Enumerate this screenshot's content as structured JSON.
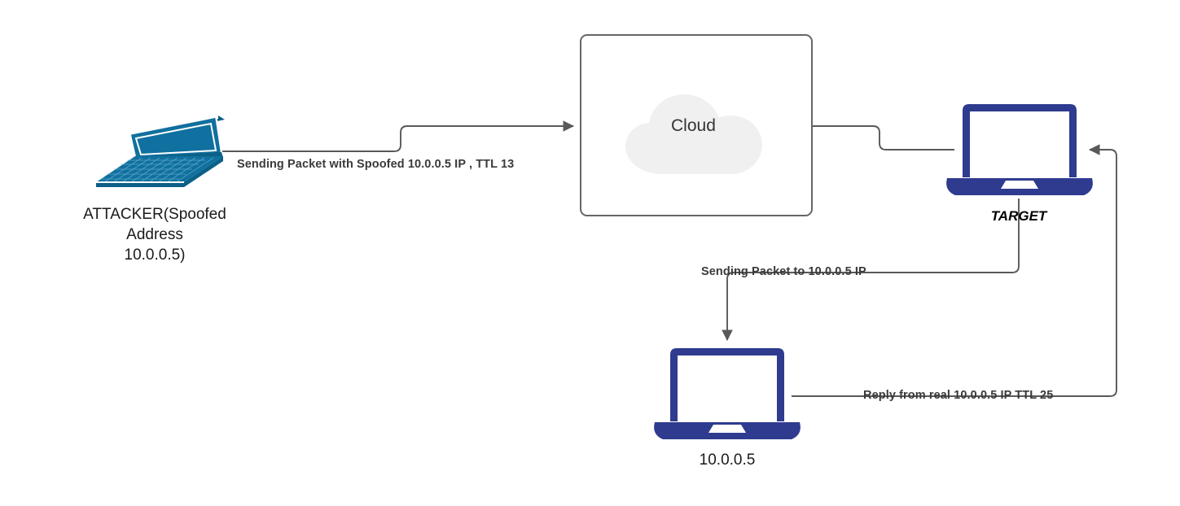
{
  "diagram": {
    "title": "IP Spoofing / TTL reflection network diagram",
    "background": "#ffffff",
    "colors": {
      "attacker_teal": "#10709f",
      "device_navy": "#2e3b8f",
      "wire_gray": "#595959",
      "box_border": "#666666",
      "cloud_fill": "#f0f0f0",
      "label_text": "#3a3a3a"
    }
  },
  "nodes": {
    "attacker": {
      "label": "ATTACKER(Spoofed\nAddress\n10.0.0.5)",
      "icon": "laptop-isometric-icon"
    },
    "cloud": {
      "label": "Cloud",
      "icon": "cloud-icon"
    },
    "target": {
      "label": "TARGET",
      "icon": "laptop-front-icon"
    },
    "victim": {
      "label": "10.0.0.5",
      "icon": "laptop-front-icon"
    }
  },
  "edges": [
    {
      "id": "attacker-to-cloud",
      "label": "Sending Packet with Spoofed 10.0.0.5 IP , TTL 13",
      "from": "attacker",
      "to": "cloud",
      "arrow": "end"
    },
    {
      "id": "cloud-to-target",
      "label": "",
      "from": "cloud",
      "to": "target",
      "arrow": "none"
    },
    {
      "id": "target-to-victim",
      "label": "Sending Packet to 10.0.0.5 IP",
      "from": "target",
      "to": "victim",
      "arrow": "end"
    },
    {
      "id": "victim-to-target",
      "label": "Reply from real 10.0.0.5 IP TTL 25",
      "from": "victim",
      "to": "target",
      "arrow": "end"
    }
  ]
}
